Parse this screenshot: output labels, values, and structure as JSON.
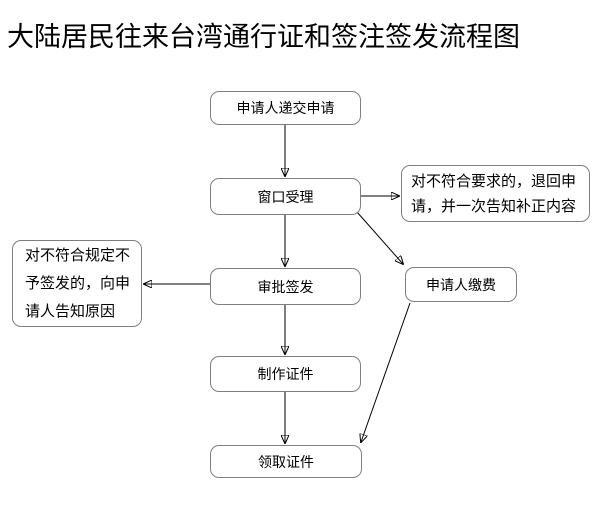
{
  "title": "大陆居民往来台湾通行证和签注签发流程图",
  "nodes": {
    "submit": {
      "label": "申请人递交申请"
    },
    "accept": {
      "label": "窗口受理"
    },
    "reject": {
      "label": "对不符合要求的，退回申\n请，并一次告知补正内容"
    },
    "approve": {
      "label": "审批签发"
    },
    "pay": {
      "label": "申请人缴费"
    },
    "deny": {
      "label": "对不符合规定不\n予签发的，向申\n请人告知原因"
    },
    "make": {
      "label": "制作证件"
    },
    "receive": {
      "label": "领取证件"
    }
  },
  "edges": [
    {
      "from": "submit",
      "to": "accept"
    },
    {
      "from": "accept",
      "to": "reject"
    },
    {
      "from": "accept",
      "to": "approve"
    },
    {
      "from": "accept",
      "to": "pay"
    },
    {
      "from": "approve",
      "to": "deny"
    },
    {
      "from": "approve",
      "to": "make"
    },
    {
      "from": "make",
      "to": "receive"
    },
    {
      "from": "pay",
      "to": "receive"
    }
  ],
  "colors": {
    "background": "#ffffff",
    "box_border": "#7f7f7f",
    "connector": "#000000",
    "text": "#000000"
  }
}
